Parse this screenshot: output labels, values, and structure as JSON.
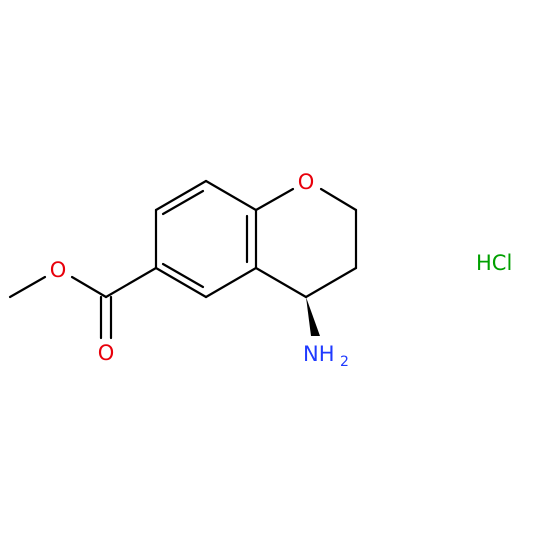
{
  "molecule": {
    "atoms": {
      "ring_oxygen": "O",
      "ester_oxygen": "O",
      "carbonyl_oxygen": "O",
      "amine": "NH",
      "amine_subscript": "2",
      "salt": "HCl"
    },
    "colors": {
      "bond": "#000000",
      "oxygen": "#e8000b",
      "nitrogen": "#1f3aff",
      "chlorine": "#00a000"
    }
  }
}
